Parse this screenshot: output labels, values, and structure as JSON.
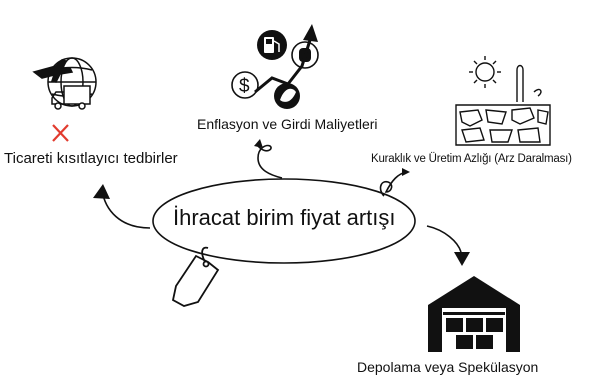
{
  "diagram": {
    "center": {
      "label": "İhracat birim fiyat artışı"
    },
    "nodes": [
      {
        "id": "trade",
        "label": "Ticareti kısıtlayıcı tedbirler",
        "icon": "globe-plane-truck-icon"
      },
      {
        "id": "inflation",
        "label": "Enflasyon ve Girdi Maliyetleri",
        "icon": "rising-costs-icon"
      },
      {
        "id": "drought",
        "label": "Kuraklık ve Üretim Azlığı (Arz Daralması)",
        "icon": "drought-icon"
      },
      {
        "id": "storage",
        "label": "Depolama veya Spekülasyon",
        "icon": "warehouse-icon"
      }
    ],
    "decorations": {
      "price_tag_icon": "price-tag-icon"
    },
    "colors": {
      "line": "#111111",
      "cross": "#e23b2e",
      "background": "#ffffff"
    }
  }
}
